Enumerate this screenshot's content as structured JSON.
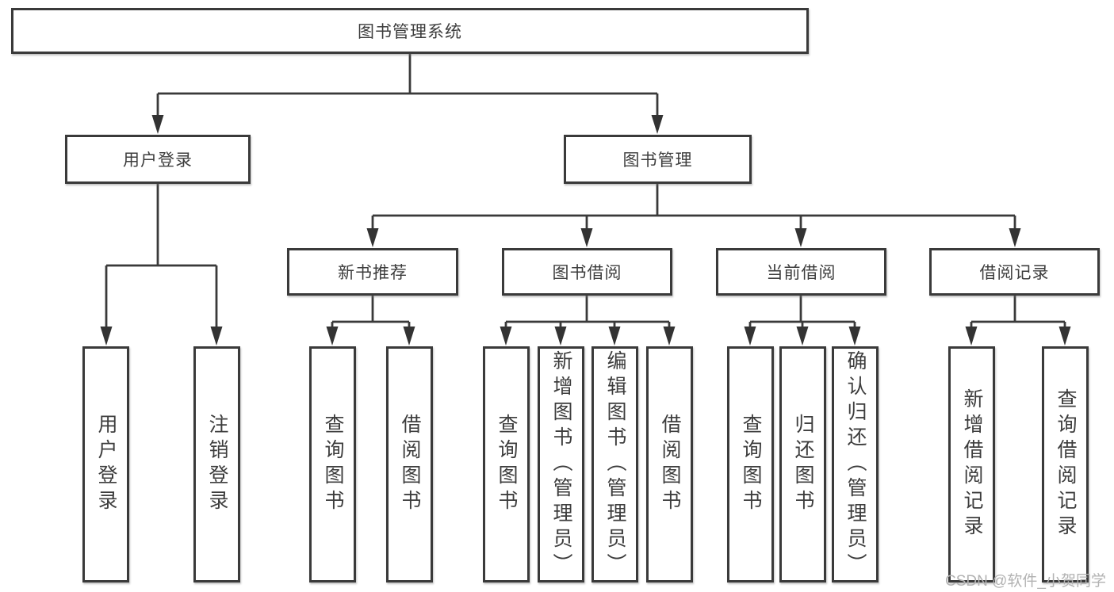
{
  "nodes": {
    "root": "图书管理系统",
    "user_login": "用户登录",
    "book_management": "图书管理",
    "new_book_recommend": "新书推荐",
    "book_borrow": "图书借阅",
    "current_borrow": "当前借阅",
    "borrow_records": "借阅记录",
    "user_login_children": [
      "用户登录",
      "注销登录"
    ],
    "new_book_children": [
      "查询图书",
      "借阅图书"
    ],
    "book_borrow_children": [
      "查询图书",
      "新增图书（管理员）",
      "编辑图书（管理员）",
      "借阅图书"
    ],
    "current_borrow_children": [
      "查询图书",
      "归还图书",
      "确认归还（管理员）"
    ],
    "borrow_records_children": [
      "新增借阅记录",
      "查询借阅记录"
    ]
  },
  "watermark": "CSDN @软件_小贺同学",
  "colors": {
    "line": "#3a3a3a",
    "box_border": "#3a3a3a",
    "text": "#3d3d3d",
    "watermark": "#b2b2b2",
    "background": "#ffffff"
  }
}
